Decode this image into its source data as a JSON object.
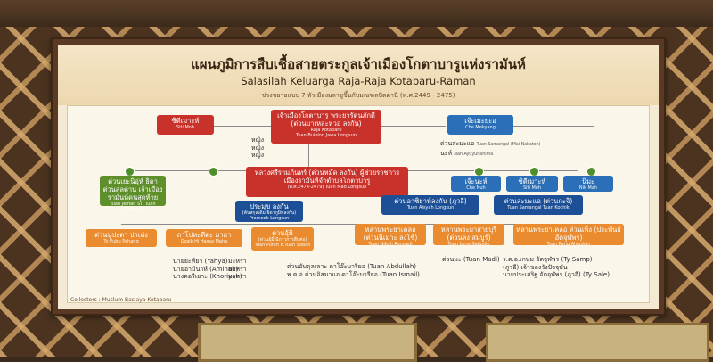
{
  "header": {
    "title_th": "แผนภูมิการสืบเชื้อสายตระกูลเจ้าเมืองโกตาบารูแห่งรามันห์",
    "title_ms": "Salasilah Keluarga Raja-Raja Kotabaru-Raman",
    "subtitle": "ช่วงขยายแบบ 7 หัวเมืองมลายูขึ้นกับมณฑลปัตตานี (พ.ศ.2449 - 2475)"
  },
  "nodes": {
    "top_left": {
      "label": "ซิตีเมาะห์",
      "sub": "Siti Moh"
    },
    "founder": {
      "label": "เจ้าเมืองโกตาบารู พระยารัตนภักดี (ต่วนบาเหละหวอ ลงกัน)",
      "sub1": "Raja Kotabaru",
      "sub2": "Tuan Bulolon Jawa Longsun"
    },
    "top_right": {
      "label": "เจ๊ะเมะยะอ",
      "sub": "Che Mekyang"
    },
    "right_note1": "ต่วนสะมะแอ",
    "right_note1_sub": "Tuan Samangal (Mai Nakaton)",
    "right_note2": "นะห์",
    "right_note2_sub": "Nah Ayuyunahima",
    "wives": [
      "หญิง",
      "หญิง",
      "หญิง"
    ],
    "left_mid": {
      "label": "ต่วนเยะนิอุ่ห์ ธิดาต่วนสุลต่าน เจ้าเมืองรามันห์คนสุดท้าย",
      "sub": "Tuan Jemah ST. Tuan Sabah"
    },
    "center": {
      "label": "หลวงศรีรามภินทร์ (ต่วนหมัด ลงกัน) ผู้ช่วยราชการเมืองรามันห์จำตำบลโกตาบารู",
      "sub": "(พ.ศ.2474-2479) Tuan Mad Longsun"
    },
    "promook": {
      "label": "ประมุข ลงกัน",
      "sub": "(ต้นสกุลเดิม ธิดาภูมิพลงกัน)",
      "sub2": "Pramook Longsun"
    },
    "mid_right": [
      {
        "label": "เจ๊ะนะห์",
        "sub": "Che Nuh"
      },
      {
        "label": "ซิตีเมาะห์",
        "sub": "Siti Moh"
      },
      {
        "label": "นิมะ",
        "sub": "Nik Mah"
      }
    ],
    "tuan_aisyah": {
      "label": "ต่วนอาซิยาห์ลงกัน (ภูวอี)",
      "sub": "Tuan Aisyah Longsun"
    },
    "tuan_samaae": {
      "label": "ต่วนสะมะแอ (ต่วนกะจิ)",
      "sub": "Tuan Samangal Tuan Kochik"
    },
    "bottom_left": [
      {
        "label": "ต่วนนูปะตา ปาเห่ง",
        "sub": "Ty Pubu Pahang"
      },
      {
        "label": "ถาโปหะทีดะ มาฮา",
        "sub": "Dzaik Hj Hassa Maha"
      },
      {
        "label": "ต่วนอุ้มิ",
        "sub": "(ต่วนอุ้มิ้ มีภาวการสืบต่อ) Tuan Putch B.Tuan Sobah"
      }
    ],
    "bottom_right": [
      {
        "label": "หลานพระยาเคลอ (ต่วนนิเมาะ ลงโซ้)",
        "sub": "Tuan Nikoh Rongadi"
      },
      {
        "label": "หลานพระยาสายบุรี (ต่วนลง สมบูร์)",
        "sub": "Tuan Long Sabodin"
      },
      {
        "label": "หลานพระยาเคลอ ต่วนเพ็ง (ประพันธ์ อัตจุฬพร)",
        "sub": "Tuan Peng Alyuddin"
      }
    ],
    "descendants_left": [
      "นายยะห์ยา (Yahya)",
      "นายอามีนาห์ (Aminah)",
      "นางคอรีเยาะ (Khoriyah)"
    ],
    "descendants_left2": [
      "มะหรา",
      "มะหรา",
      "มะหรา"
    ],
    "descendants_mid": [
      "ต่วนอับดุลเลาะ ดาโอ๊ะบารียอ (Tuan Abdullah)",
      "พ.ต.อ.ต่วนอิสมาแอ ดาโอ๊ะบารียอ (Tuan Ismail)"
    ],
    "descendants_madi": "ต่วนมะ (Tuan Madi)",
    "descendants_right": [
      "ร.ต.อ.เกษม อัตจุฬพร (Ty Samp)",
      "(ภูวอี) เจ้าของวังปัจจุบัน",
      "นายประเสริฐ อัตจุฬพร (ภูวอี) (Ty Sale)"
    ]
  },
  "collectors": "Collectors : Muslum Baslaya Kotabaru"
}
